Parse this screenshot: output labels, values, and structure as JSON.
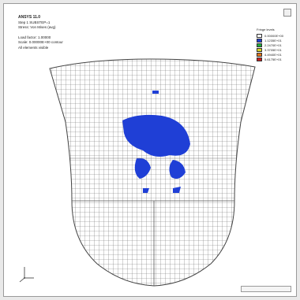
{
  "window": {
    "title_line": "ANSYS 11.0",
    "header_lines": [
      "Step 1 SUBSTEP=1",
      "Stress: Von Mises (avg)",
      "Load factor: 1.00000",
      "Scale: 0.00000E+00 contour",
      "All elements visible"
    ]
  },
  "legend": {
    "title": "Fringe levels",
    "entries": [
      {
        "label": "0.00000E+00",
        "color": "#ffffff"
      },
      {
        "label": "1.1235E+01",
        "color": "#1f3fd6"
      },
      {
        "label": "2.2470E+01",
        "color": "#1faa3c"
      },
      {
        "label": "3.3705E+01",
        "color": "#d6d21f"
      },
      {
        "label": "4.4940E+01",
        "color": "#e0731a"
      },
      {
        "label": "5.6175E+01",
        "color": "#c81e1e"
      }
    ]
  },
  "status_bar": {
    "text": ""
  },
  "icons": {
    "close": "close-icon",
    "axis": "axis-triad-icon"
  },
  "colors": {
    "mesh_line": "#6e6e6e",
    "stress_blue": "#1f3fd6",
    "background": "#ffffff"
  }
}
